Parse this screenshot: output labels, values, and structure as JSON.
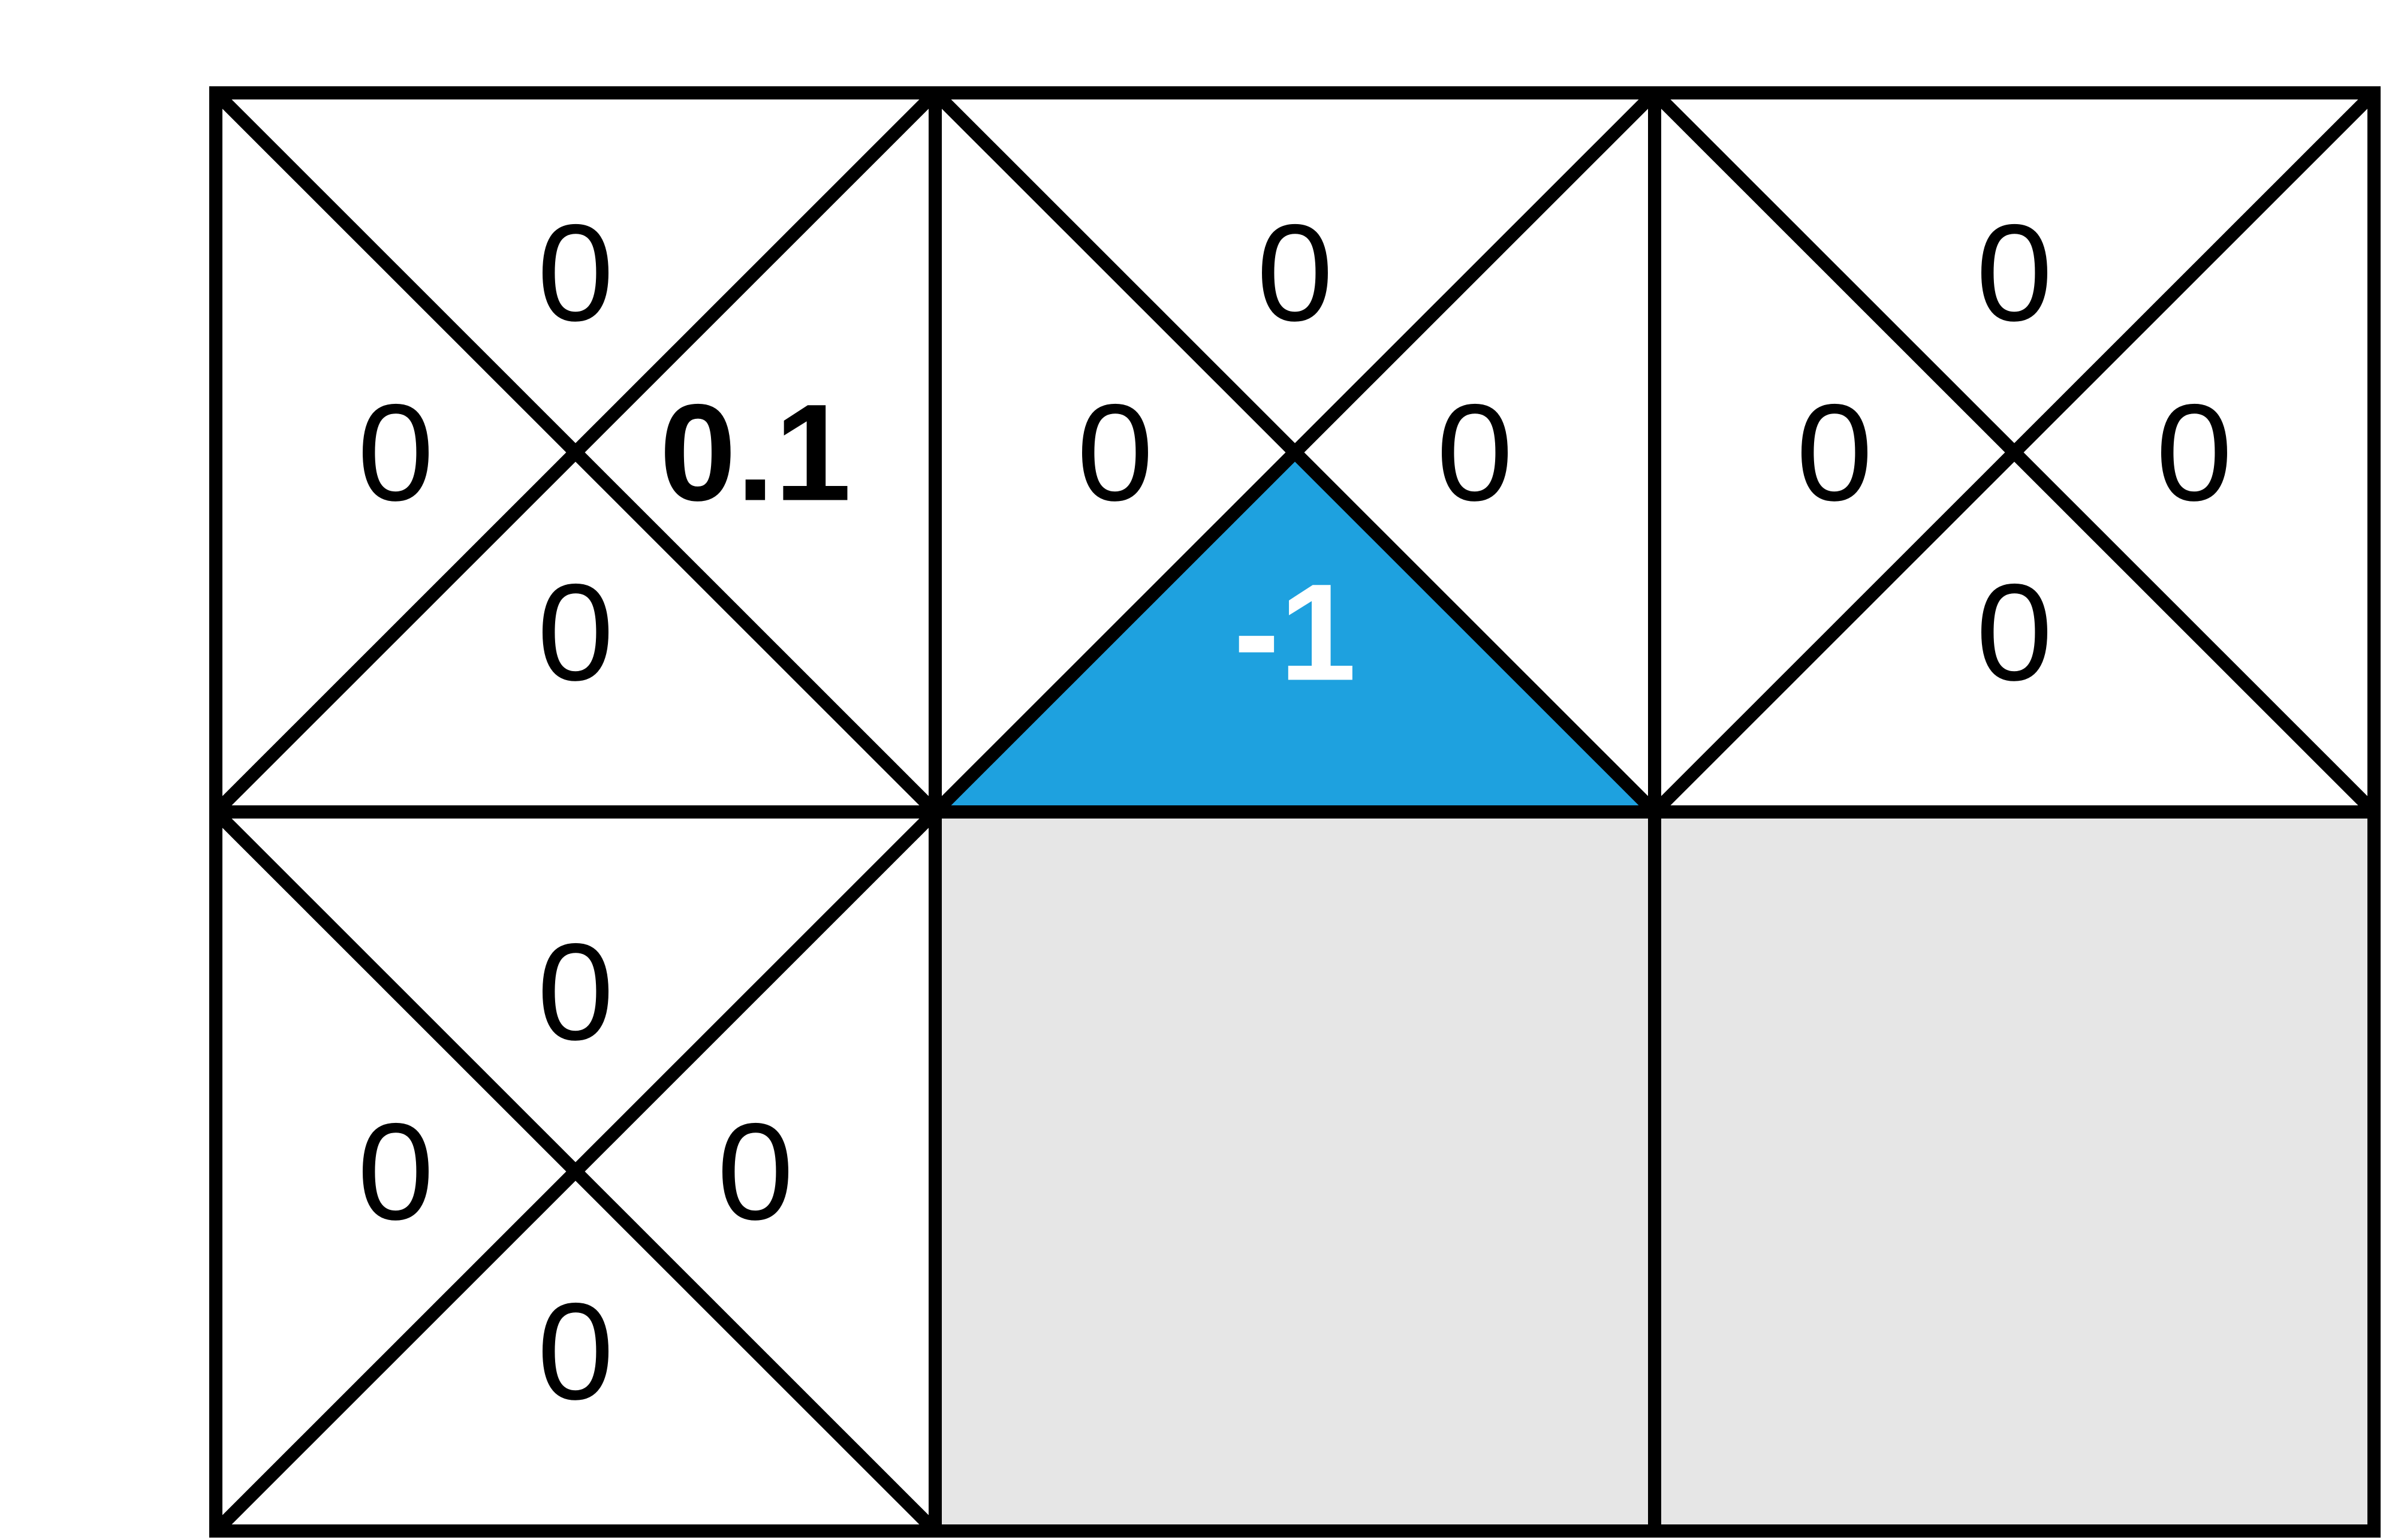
{
  "grid": {
    "rows": 2,
    "cols": 3,
    "colors": {
      "background": "#ffffff",
      "line": "#000000",
      "blocked": "#e6e6e6",
      "highlight": "#1ea1df",
      "highlight_text": "#ffffff",
      "text": "#000000"
    },
    "cells": [
      {
        "id": "r0c0",
        "row": 0,
        "col": 0,
        "type": "q",
        "values": {
          "top": "0",
          "left": "0",
          "right": "0.1",
          "bottom": "0"
        },
        "bold": [
          "right"
        ]
      },
      {
        "id": "r0c1",
        "row": 0,
        "col": 1,
        "type": "q",
        "values": {
          "top": "0",
          "left": "0",
          "right": "0",
          "bottom": "-1"
        },
        "highlight": [
          "bottom"
        ],
        "bold": [
          "bottom"
        ]
      },
      {
        "id": "r0c2",
        "row": 0,
        "col": 2,
        "type": "q",
        "values": {
          "top": "0",
          "left": "0",
          "right": "0",
          "bottom": "0"
        }
      },
      {
        "id": "r1c0",
        "row": 1,
        "col": 0,
        "type": "q",
        "values": {
          "top": "0",
          "left": "0",
          "right": "0",
          "bottom": "0"
        }
      },
      {
        "id": "r1c1",
        "row": 1,
        "col": 1,
        "type": "blocked"
      },
      {
        "id": "r1c2",
        "row": 1,
        "col": 2,
        "type": "blocked"
      }
    ]
  }
}
